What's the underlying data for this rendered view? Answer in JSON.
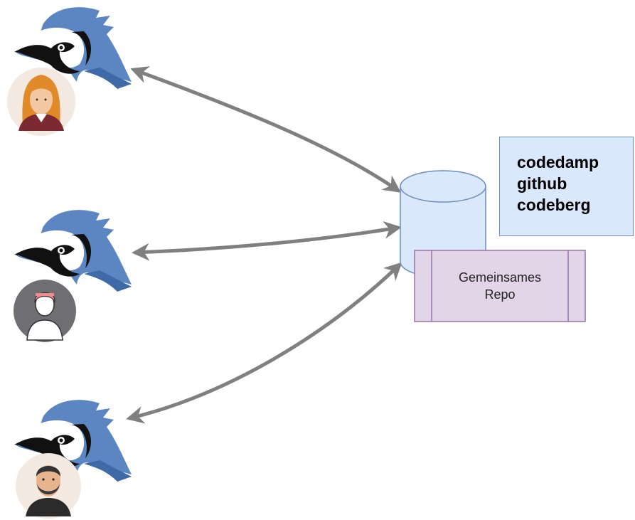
{
  "repository": {
    "label_line1": "Gemeinsames",
    "label_line2": "Repo",
    "fill_color": "#e1d5e7",
    "border_color": "#9673a6"
  },
  "database": {
    "fill_color": "#dae8fc",
    "border_color": "#6c8ebf"
  },
  "platforms": {
    "items": [
      "codedamp",
      "github",
      "codeberg"
    ]
  },
  "arrows": {
    "color": "#808080"
  },
  "developers": [
    {
      "icon": "bluej-bird-icon",
      "avatar": "woman-blonde-avatar"
    },
    {
      "icon": "bluej-bird-icon",
      "avatar": "person-pink-hair-avatar"
    },
    {
      "icon": "bluej-bird-icon",
      "avatar": "man-beard-avatar"
    }
  ]
}
